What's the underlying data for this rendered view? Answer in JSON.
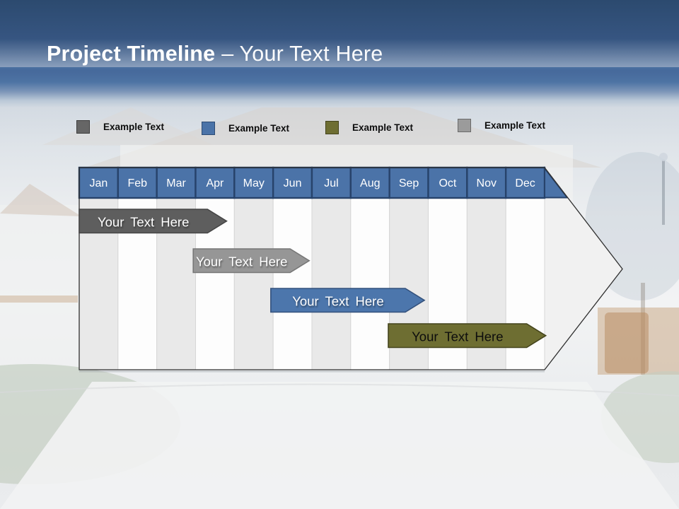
{
  "title": {
    "main": "Project Timeline",
    "suffix": "– Your Text Here"
  },
  "legend": {
    "items": [
      {
        "label": "Example Text",
        "color": "#666666",
        "border": "#3e3e3e"
      },
      {
        "label": "Example Text",
        "color": "#4a73a8",
        "border": "#2d4c74"
      },
      {
        "label": "Example Text",
        "color": "#6e6e32",
        "border": "#44441c"
      },
      {
        "label": "Example Text",
        "color": "#9b9b9b",
        "border": "#6a6a6a"
      }
    ]
  },
  "timeline": {
    "type": "gantt-arrow",
    "months": [
      "Jan",
      "Feb",
      "Mar",
      "Apr",
      "May",
      "Jun",
      "Jul",
      "Aug",
      "Sep",
      "Oct",
      "Nov",
      "Dec"
    ],
    "header_fill": "#4b73a8",
    "header_border": "#27436b",
    "bars": [
      {
        "label": "Your Text Here",
        "fill": "#5e5e5e",
        "border": "#454545",
        "text_color": "#ffffff",
        "start_month": 0,
        "end_month": 3.8
      },
      {
        "label": "Your Text Here",
        "fill": "#969696",
        "border": "#777777",
        "text_color": "#ffffff",
        "start_month": 2.94,
        "end_month": 5.93
      },
      {
        "label": "Your Text Here",
        "fill": "#4c76ac",
        "border": "#33517c",
        "text_color": "#ffffff",
        "start_month": 4.94,
        "end_month": 8.9
      },
      {
        "label": "Your Text Here",
        "fill": "#6e6e32",
        "border": "#44441c",
        "text_color": "#0d0d0d",
        "start_month": 7.97,
        "end_month": 12.03
      }
    ]
  }
}
